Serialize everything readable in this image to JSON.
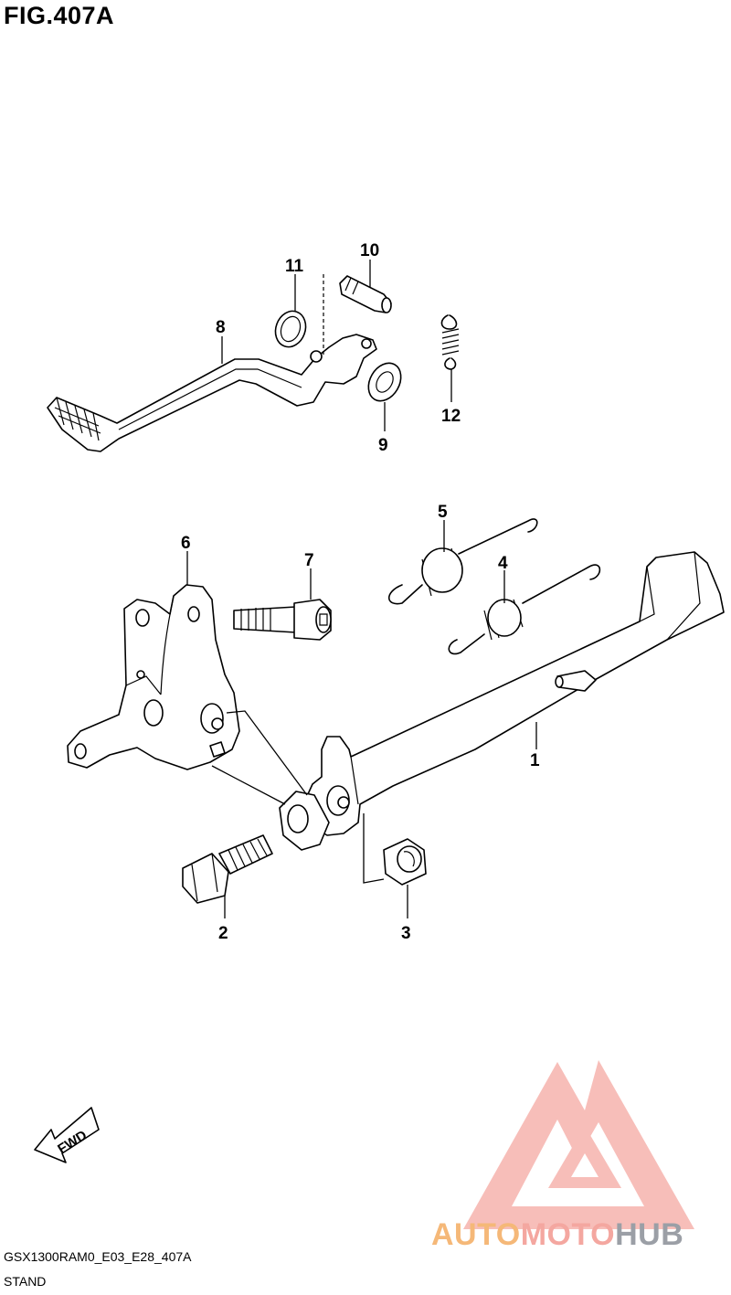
{
  "figure": {
    "title": "FIG.407A",
    "model_code": "GSX1300RAM0_E03_E28_407A",
    "subtitle": "STAND"
  },
  "callouts": [
    {
      "id": "1",
      "label": "1"
    },
    {
      "id": "2",
      "label": "2"
    },
    {
      "id": "3",
      "label": "3"
    },
    {
      "id": "4",
      "label": "4"
    },
    {
      "id": "5",
      "label": "5"
    },
    {
      "id": "6",
      "label": "6"
    },
    {
      "id": "7",
      "label": "7"
    },
    {
      "id": "8",
      "label": "8"
    },
    {
      "id": "9",
      "label": "9"
    },
    {
      "id": "10",
      "label": "10"
    },
    {
      "id": "11",
      "label": "11"
    },
    {
      "id": "12",
      "label": "12"
    }
  ],
  "direction_marker": {
    "label": "FWD",
    "icon": "forward-arrow-icon"
  },
  "watermark": {
    "part1": "AUTO",
    "part2": "MOTO",
    "part3": "HUB",
    "colors": {
      "auto": "#f5b878",
      "moto": "#f4a7a0",
      "hub": "#9b9fa6",
      "logo": "#f4a7a0"
    }
  }
}
